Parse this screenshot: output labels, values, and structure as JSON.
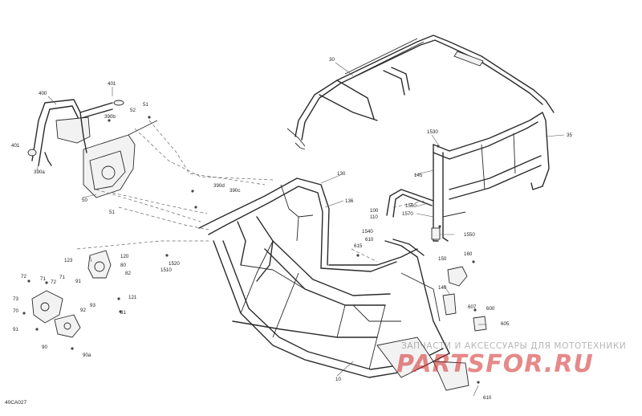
{
  "diagram_code": "40CA027",
  "watermark": {
    "tagline": "ЗАПЧАСТИ И АКСЕССУАРЫ ДЛЯ МОТОТЕХНИКИ",
    "logo": "PARTSFOR.RU"
  },
  "callouts": {
    "c30": "30",
    "c35": "35",
    "c1530": "1530",
    "c145": "145",
    "c130": "130",
    "c136": "136",
    "c390d": "390d",
    "c390c": "390c",
    "c401_top": "401",
    "c400": "400",
    "c51_top": "51",
    "c52": "52",
    "c390b": "390b",
    "c401_left": "401",
    "c390a": "390a",
    "c50": "50",
    "c51_mid": "51",
    "c100": "100",
    "c110": "110",
    "c1560": "1560",
    "c1570": "1570",
    "c1550": "1550",
    "c1540": "1540",
    "c610": "610",
    "c615": "615",
    "c1520": "1520",
    "c1510": "1510",
    "c123": "123",
    "c120": "120",
    "c80": "80",
    "c82": "82",
    "c121": "121",
    "c81": "81",
    "c72a": "72",
    "c71a": "71",
    "c72b": "72",
    "c71b": "71",
    "c91a": "91",
    "c73": "73",
    "c70": "70",
    "c91b": "91",
    "c92": "92",
    "c93": "93",
    "c90": "90",
    "c90a": "90a",
    "c160": "160",
    "c150": "150",
    "c140": "140",
    "c607": "607",
    "c600": "600",
    "c605": "605",
    "c10": "10",
    "c610b": "610"
  }
}
